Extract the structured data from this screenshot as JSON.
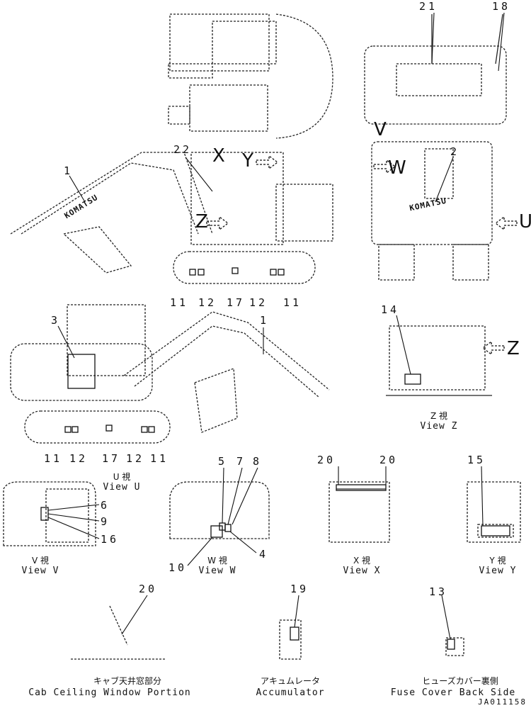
{
  "callouts": {
    "c1a": "1",
    "c1b": "1",
    "c2": "2",
    "c3": "3",
    "c4": "4",
    "c5": "5",
    "c6": "6",
    "c7": "7",
    "c8": "8",
    "c9": "9",
    "c10": "10",
    "c11a": "11",
    "c11b": "11",
    "c11c": "11",
    "c11d": "11",
    "c12a": "12",
    "c12b": "12",
    "c12c": "12",
    "c12d": "12",
    "c13": "13",
    "c14": "14",
    "c15": "15",
    "c16": "16",
    "c17a": "17",
    "c17b": "17",
    "c18": "18",
    "c19": "19",
    "c20a": "20",
    "c20b": "20",
    "c20c": "20",
    "c21": "21",
    "c22": "22"
  },
  "view_letters": {
    "u": "U",
    "v": "V",
    "w": "W",
    "x": "X",
    "y": "Y",
    "z": "Z"
  },
  "views": {
    "u": {
      "jp": "U 視",
      "en": "View U"
    },
    "v": {
      "jp": "V 視",
      "en": "View V"
    },
    "w": {
      "jp": "W 視",
      "en": "View W"
    },
    "x": {
      "jp": "X 視",
      "en": "View X"
    },
    "y": {
      "jp": "Y 視",
      "en": "View Y"
    },
    "z": {
      "jp": "Z 視",
      "en": "View Z"
    }
  },
  "details": {
    "cab_ceiling": {
      "jp": "キャブ天井窓部分",
      "en": "Cab Ceiling Window Portion"
    },
    "accumulator": {
      "jp": "アキュムレータ",
      "en": "Accumulator"
    },
    "fuse_cover": {
      "jp": "ヒューズカバー裏側",
      "en": "Fuse Cover Back Side"
    }
  },
  "brand_marks": {
    "boom_logo": "KOMATSU",
    "cab_logo": "KOMATSU"
  },
  "doc_number": "JA011158"
}
